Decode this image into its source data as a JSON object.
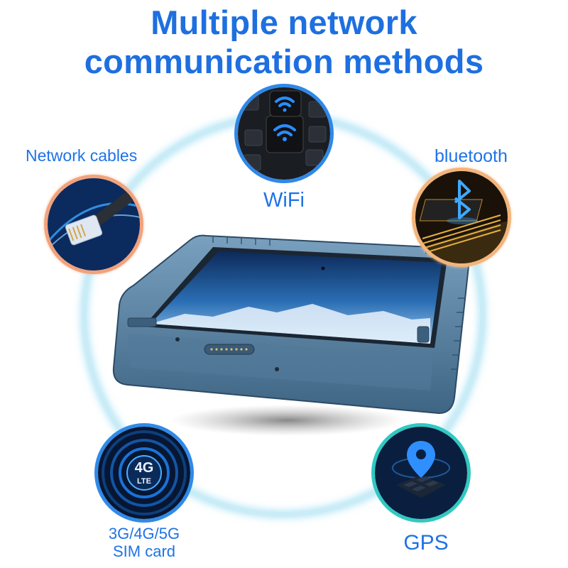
{
  "title": {
    "line1": "Multiple network",
    "line2": "communication methods"
  },
  "features": {
    "network_cables": {
      "label": "Network cables",
      "icon": "ethernet-cable-icon"
    },
    "wifi": {
      "label": "WiFi",
      "icon": "wifi-icon"
    },
    "bluetooth": {
      "label": "bluetooth",
      "icon": "bluetooth-icon"
    },
    "sim": {
      "label_line1": "3G/4G/5G",
      "label_line2": "SIM card",
      "badge_top": "4G",
      "badge_bottom": "LTE",
      "icon": "4g-lte-icon"
    },
    "gps": {
      "label": "GPS",
      "icon": "gps-pin-icon"
    }
  },
  "colors": {
    "title": "#1e6fe0",
    "label": "#1e73e6",
    "ring": "#c9ecf7",
    "tablet_body": "#5b7f9e"
  }
}
